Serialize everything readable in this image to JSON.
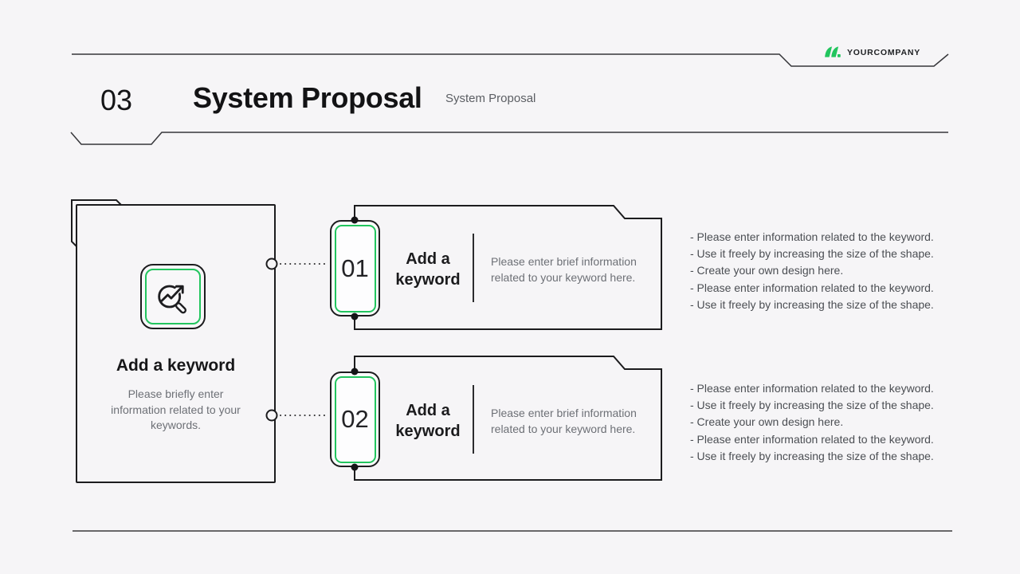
{
  "colors": {
    "background": "#f6f5f7",
    "line": "#2c2c2e",
    "border_dark": "#1c1c1e",
    "accent_green": "#22c55e",
    "text_primary": "#18181a",
    "text_muted": "#6d7076",
    "text_notes": "#4b4e53"
  },
  "brand": {
    "name": "YOURCOMPANY",
    "icon": "double-leaf-icon"
  },
  "header": {
    "section_number": "03",
    "title": "System Proposal",
    "subtitle": "System Proposal"
  },
  "keyword_card": {
    "icon": "search-trend-icon",
    "title": "Add a keyword",
    "description": "Please briefly enter information related to your keywords."
  },
  "steps": [
    {
      "number": "01",
      "title": "Add a keyword",
      "description": "Please enter brief information related to your keyword here.",
      "notes": [
        "- Please enter information related to the keyword.",
        "- Use it freely by increasing the size of the shape.",
        "- Create your own design here.",
        "- Please enter information related to the keyword.",
        "- Use it freely by increasing the size of the shape."
      ]
    },
    {
      "number": "02",
      "title": "Add a keyword",
      "description": "Please enter brief information related to your keyword here.",
      "notes": [
        "- Please enter information related to the keyword.",
        "- Use it freely by increasing the size of the shape.",
        "- Create your own design here.",
        "- Please enter information related to the keyword.",
        "- Use it freely by increasing the size of the shape."
      ]
    }
  ]
}
